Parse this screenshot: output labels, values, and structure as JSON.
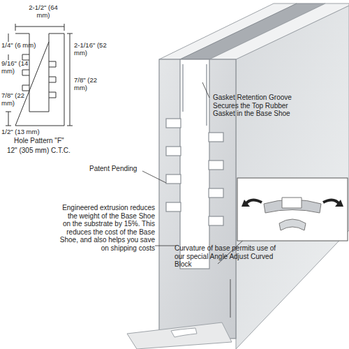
{
  "diagram": {
    "labels": [
      "2-1/2\" (64 mm)",
      "1/4\" (6 mm)",
      "2-1/16\" (52 mm)",
      "9/16\" (14 mm)",
      "7/8\" (22 mm)",
      "7/8\" (22 mm)",
      "1/2\" (13 mm)",
      "Hole Pattern \"F\"",
      "12\" (305 mm) C.T.C.",
      "Gasket Retention Groove Secures the Top Rubber Gasket in the Base Shoe",
      "Patent Pending",
      "Engineered extrusion reduces the weight of the Base Shoe on the substrate by 15%. This reduces the cost of the Base Shoe, and also helps you save on shipping costs",
      "Curvature of base permits use of our special Angle Adjust Curved Block"
    ]
  }
}
